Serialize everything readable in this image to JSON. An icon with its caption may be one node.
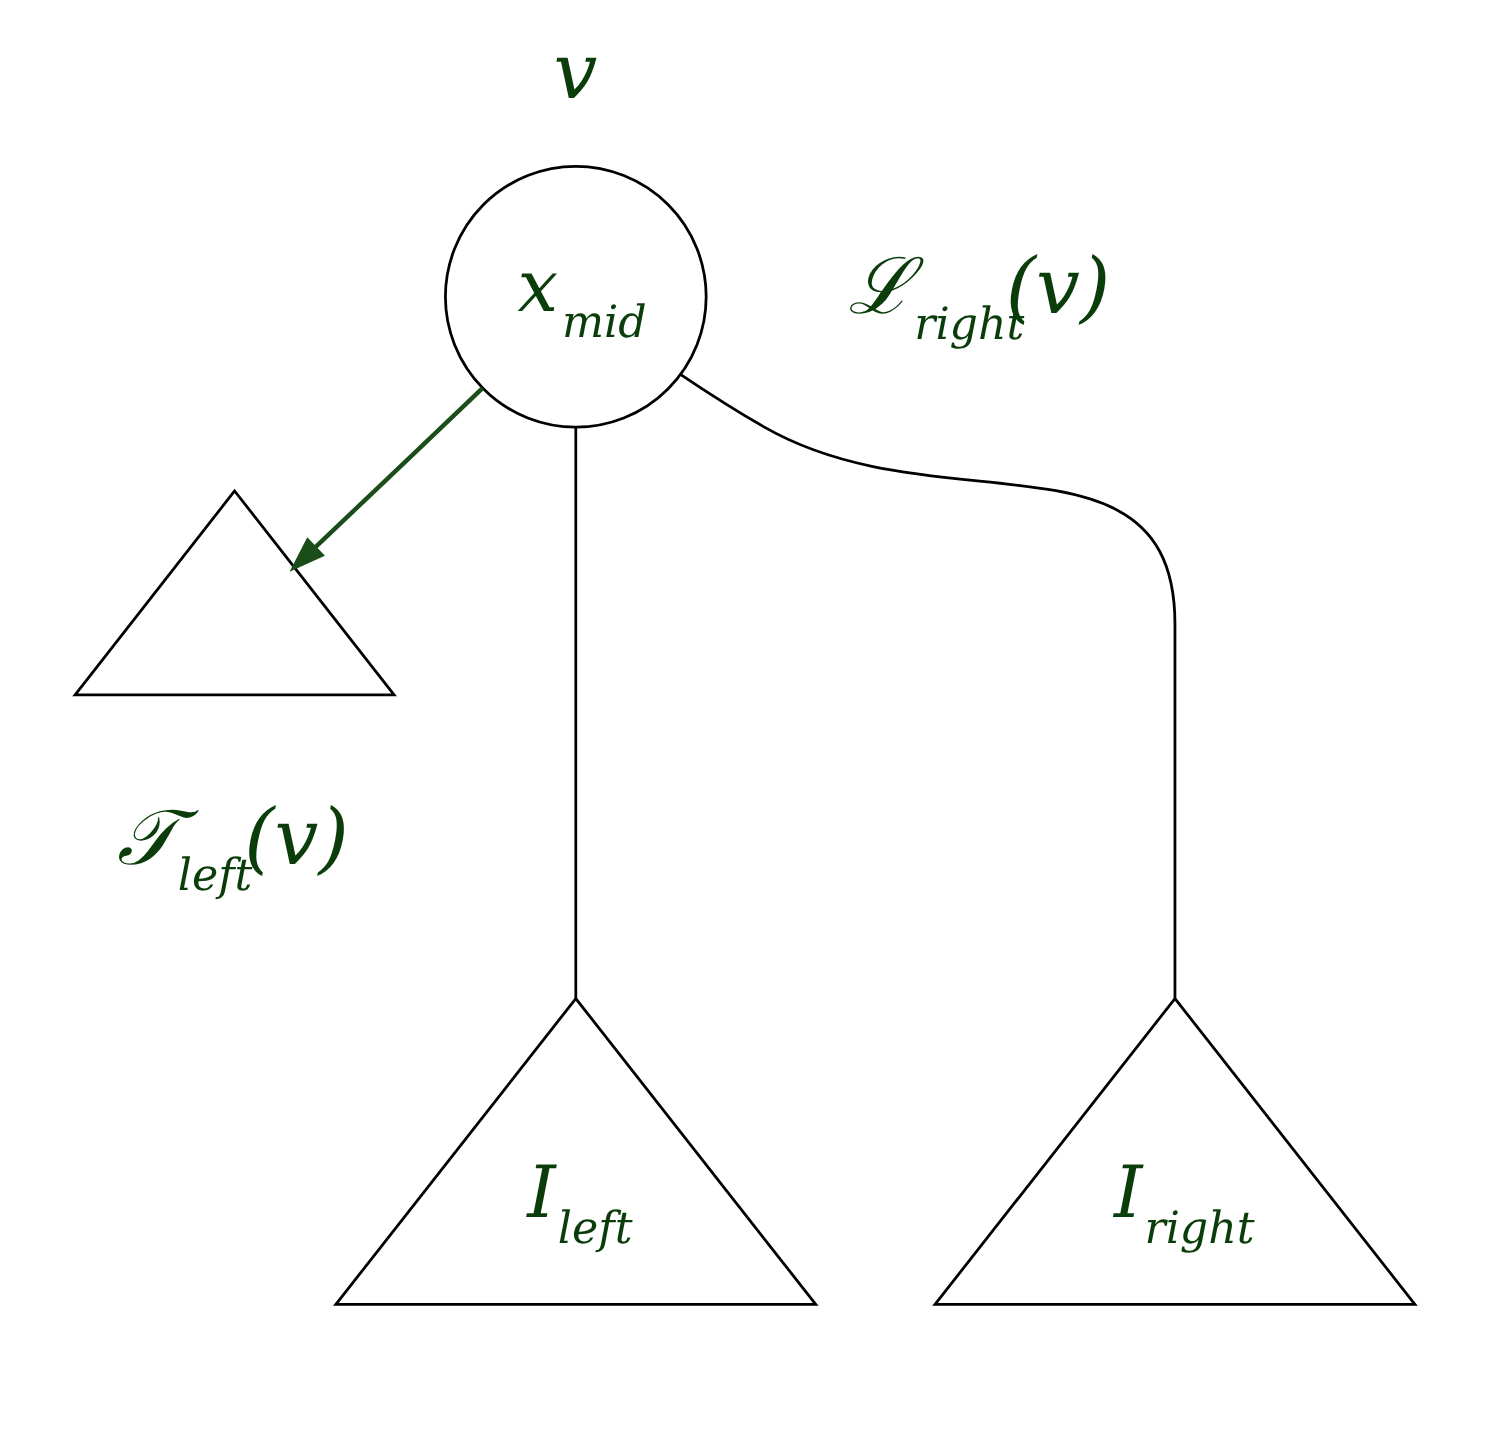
{
  "diagram": {
    "nodes": [
      {
        "text": [
          "x$_{mid}$"
        ],
        "beside": [
          "v",
          "ℒ$_{right}$(v)"
        ]
      },
      {
        "text": [],
        "shape": "triangle",
        "beside": [
          "𝒯$_{left}$(v)"
        ]
      },
      {
        "text": [
          "I$_{left}$"
        ]
      },
      {
        "text": [
          "I$_{right}$"
        ]
      }
    ],
    "edges": [
      {
        "from": 0,
        "to": 1,
        "arrow": "to",
        "color": "#1b4d1b"
      },
      {
        "from": 0,
        "to": 2,
        "arrow": "none"
      },
      {
        "from": 0,
        "to": 3,
        "arrow": "none"
      }
    ]
  }
}
